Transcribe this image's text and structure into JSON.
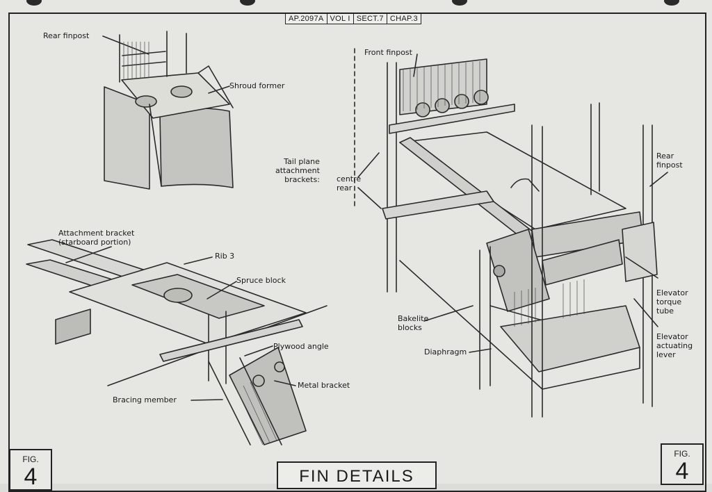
{
  "header": {
    "cells": [
      "AP.2097A",
      "VOL I",
      "SECT.7",
      "CHAP.3"
    ]
  },
  "labels": {
    "rear_finpost_top": "Rear finpost",
    "shroud_former": "Shroud former",
    "front_finpost": "Front finpost",
    "tail_plane_brackets": "Tail plane\nattachment\nbrackets:",
    "centre_rear": "centre\nrear",
    "rear_finpost_right": "Rear\nfinpost",
    "attachment_bracket": "Attachment bracket\n(starboard portion)",
    "rib3": "Rib 3",
    "spruce_block": "Spruce block",
    "plywood_angle": "Plywood angle",
    "metal_bracket": "Metal bracket",
    "bracing_member": "Bracing member",
    "bakelite_blocks": "Bakelite\nblocks",
    "diaphragm": "Diaphragm",
    "elevator_torque_tube": "Elevator\ntorque\ntube",
    "elevator_actuating_lever": "Elevator\nactuating\nlever"
  },
  "fig": {
    "label": "FIG.",
    "number": "4"
  },
  "title": "FIN DETAILS",
  "colors": {
    "paper": "#e6e6e2",
    "ink": "#1a1a1a"
  }
}
